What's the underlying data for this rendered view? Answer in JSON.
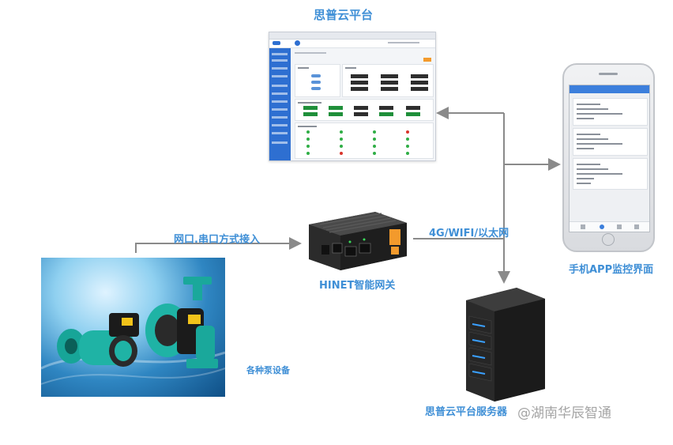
{
  "title_platform": "思普云平台",
  "label_network": "网口.串口方式接入",
  "label_uplink": "4G/WIFI/以太网",
  "label_gateway": "HINET智能网关",
  "label_app": "手机APP监控界面",
  "label_pumps": "各种泵设备",
  "label_server": "思普云平台服务器",
  "watermark": "@湖南华辰智通",
  "colors": {
    "label_blue": "#3f8fd6",
    "arrow_gray": "#8a8a8a",
    "sidebar_blue": "#2e6fd1",
    "gateway_orange": "#f39a2c",
    "server_led": "#3aa0ff"
  },
  "icons": [
    "arrow-icon",
    "wifi-icon",
    "weibo-icon"
  ]
}
